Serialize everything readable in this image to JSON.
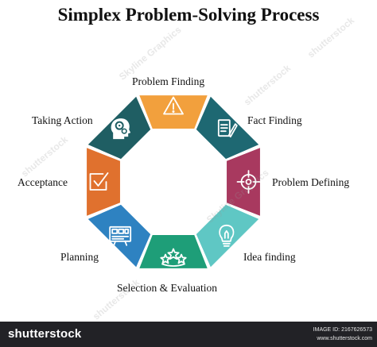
{
  "title": "Simplex Problem-Solving Process",
  "steps": [
    {
      "label": "Problem Finding",
      "color": "#F2A03D",
      "icon": "warning-icon"
    },
    {
      "label": "Fact Finding",
      "color": "#1E6872",
      "icon": "notepad-pencil-icon"
    },
    {
      "label": "Problem Defining",
      "color": "#A8395F",
      "icon": "crosshair-target-icon"
    },
    {
      "label": "Idea finding",
      "color": "#5FC7C4",
      "icon": "lightbulb-icon"
    },
    {
      "label": "Selection & Evaluation",
      "color": "#1E9E78",
      "icon": "three-stars-icon"
    },
    {
      "label": "Planning",
      "color": "#2E82C1",
      "icon": "planning-board-icon"
    },
    {
      "label": "Acceptance",
      "color": "#E0712E",
      "icon": "checkbox-icon"
    },
    {
      "label": "Taking Action",
      "color": "#1F5E63",
      "icon": "head-gears-icon"
    }
  ],
  "watermark": {
    "brand": "shutterstock",
    "texts": [
      "Skyline Graphics",
      "shutterstock"
    ]
  },
  "footer": {
    "image_id": "IMAGE ID: 2167626573",
    "url": "www.shutterstock.com"
  }
}
